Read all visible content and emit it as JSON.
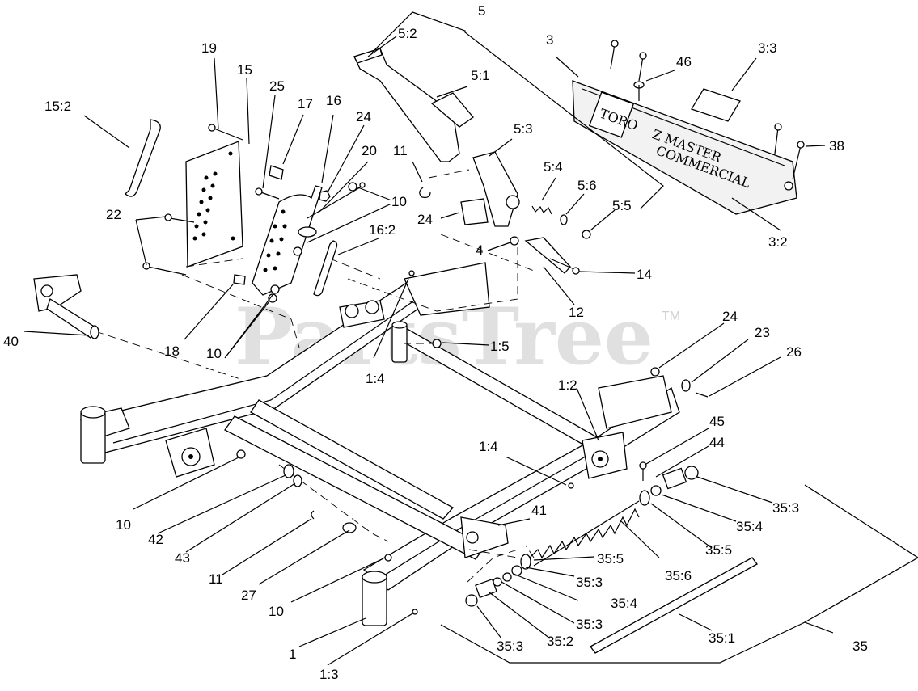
{
  "watermark": {
    "text": "PartsTree",
    "tm": "TM"
  },
  "cover_logo": {
    "brand": "TORO",
    "model": "Z MASTER",
    "sub": "COMMERCIAL"
  },
  "callouts": [
    {
      "id": "l-5",
      "text": "5"
    },
    {
      "id": "l-5-2",
      "text": "5:2"
    },
    {
      "id": "l-3",
      "text": "3"
    },
    {
      "id": "l-3-3",
      "text": "3:3"
    },
    {
      "id": "l-46",
      "text": "46"
    },
    {
      "id": "l-5-1",
      "text": "5:1"
    },
    {
      "id": "l-19",
      "text": "19"
    },
    {
      "id": "l-15",
      "text": "15"
    },
    {
      "id": "l-25",
      "text": "25"
    },
    {
      "id": "l-17",
      "text": "17"
    },
    {
      "id": "l-16",
      "text": "16"
    },
    {
      "id": "l-24a",
      "text": "24"
    },
    {
      "id": "l-15-2",
      "text": "15:2"
    },
    {
      "id": "l-20",
      "text": "20"
    },
    {
      "id": "l-10a",
      "text": "10"
    },
    {
      "id": "l-11a",
      "text": "11"
    },
    {
      "id": "l-5-3",
      "text": "5:3"
    },
    {
      "id": "l-5-4",
      "text": "5:4"
    },
    {
      "id": "l-5-6",
      "text": "5:6"
    },
    {
      "id": "l-38",
      "text": "38"
    },
    {
      "id": "l-5-5",
      "text": "5:5"
    },
    {
      "id": "l-24b",
      "text": "24"
    },
    {
      "id": "l-22",
      "text": "22"
    },
    {
      "id": "l-16-2",
      "text": "16:2"
    },
    {
      "id": "l-4",
      "text": "4"
    },
    {
      "id": "l-3-2",
      "text": "3:2"
    },
    {
      "id": "l-14",
      "text": "14"
    },
    {
      "id": "l-12",
      "text": "12"
    },
    {
      "id": "l-18",
      "text": "18"
    },
    {
      "id": "l-40",
      "text": "40"
    },
    {
      "id": "l-10b",
      "text": "10"
    },
    {
      "id": "l-1-4a",
      "text": "1:4"
    },
    {
      "id": "l-1-5",
      "text": "1:5"
    },
    {
      "id": "l-24c",
      "text": "24"
    },
    {
      "id": "l-23",
      "text": "23"
    },
    {
      "id": "l-26",
      "text": "26"
    },
    {
      "id": "l-1-2",
      "text": "1:2"
    },
    {
      "id": "l-45",
      "text": "45"
    },
    {
      "id": "l-44",
      "text": "44"
    },
    {
      "id": "l-1-4b",
      "text": "1:4"
    },
    {
      "id": "l-35-3a",
      "text": "35:3"
    },
    {
      "id": "l-10c",
      "text": "10"
    },
    {
      "id": "l-42",
      "text": "42"
    },
    {
      "id": "l-35-4a",
      "text": "35:4"
    },
    {
      "id": "l-43",
      "text": "43"
    },
    {
      "id": "l-41",
      "text": "41"
    },
    {
      "id": "l-35-5a",
      "text": "35:5"
    },
    {
      "id": "l-11b",
      "text": "11"
    },
    {
      "id": "l-35-5b",
      "text": "35:5"
    },
    {
      "id": "l-35-6",
      "text": "35:6"
    },
    {
      "id": "l-35-3b",
      "text": "35:3"
    },
    {
      "id": "l-27",
      "text": "27"
    },
    {
      "id": "l-35-4b",
      "text": "35:4"
    },
    {
      "id": "l-10d",
      "text": "10"
    },
    {
      "id": "l-35-3c",
      "text": "35:3"
    },
    {
      "id": "l-35-1",
      "text": "35:1"
    },
    {
      "id": "l-35",
      "text": "35"
    },
    {
      "id": "l-1",
      "text": "1"
    },
    {
      "id": "l-35-3d",
      "text": "35:3"
    },
    {
      "id": "l-35-2",
      "text": "35:2"
    },
    {
      "id": "l-1-3",
      "text": "1:3"
    }
  ]
}
